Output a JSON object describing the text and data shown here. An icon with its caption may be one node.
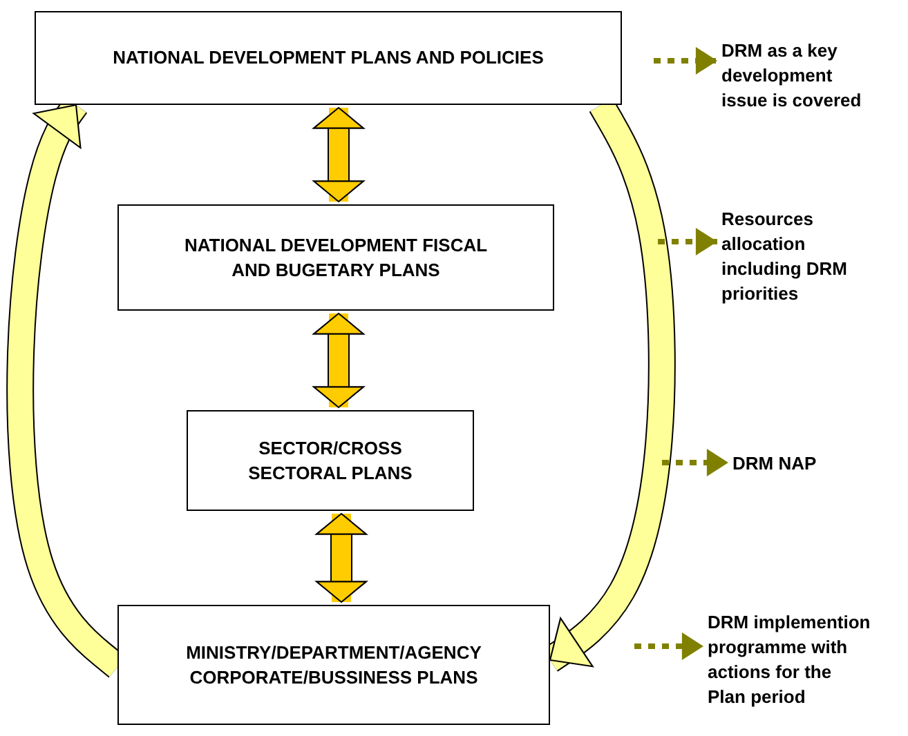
{
  "diagram": {
    "nodes": [
      {
        "text": [
          "NATIONAL DEVELOPMENT PLANS AND POLICIES"
        ]
      },
      {
        "text": [
          "NATIONAL DEVELOPMENT FISCAL AND BUGETARY PLANS"
        ]
      },
      {
        "text": [
          "SECTOR/CROSS SECTORAL PLANS"
        ]
      },
      {
        "text": [
          "MINISTRY/DEPARTMENT/AGENCY CORPORATE/BUSSINESS PLANS"
        ]
      },
      {
        "text": [
          "DRM as a key development issue is covered"
        ]
      },
      {
        "text": [
          "Resources allocation including DRM priorities"
        ]
      },
      {
        "text": [
          "DRM NAP"
        ]
      },
      {
        "text": [
          "DRM implemention programme with actions for the Plan period"
        ]
      }
    ],
    "edges": [
      {
        "from": 0,
        "to": 1,
        "arrow": "both",
        "color": "#ffcc00"
      },
      {
        "from": 1,
        "to": 2,
        "arrow": "both",
        "color": "#ffcc00"
      },
      {
        "from": 2,
        "to": 3,
        "arrow": "both",
        "color": "#ffcc00"
      },
      {
        "from": 3,
        "to": 0,
        "arrow": "to",
        "color": "#ffff99"
      },
      {
        "from": 0,
        "to": 3,
        "arrow": "to",
        "color": "#ffff99"
      },
      {
        "from": null,
        "to": 4,
        "arrow": "to",
        "style": "dashed",
        "color": "#808000"
      },
      {
        "from": null,
        "to": 5,
        "arrow": "to",
        "style": "dashed",
        "color": "#808000"
      },
      {
        "from": null,
        "to": 6,
        "arrow": "to",
        "style": "dashed",
        "color": "#808000"
      },
      {
        "from": null,
        "to": 7,
        "arrow": "to",
        "style": "dashed",
        "color": "#808000"
      }
    ]
  }
}
